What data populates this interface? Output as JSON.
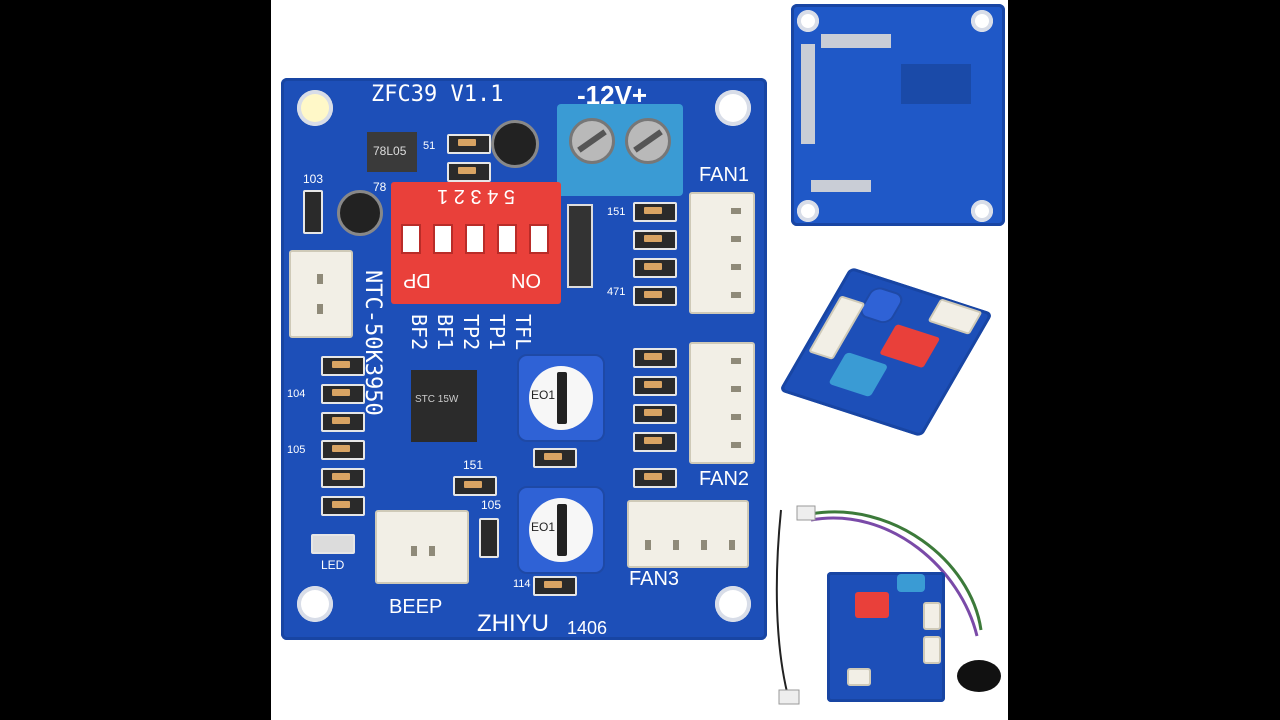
{
  "board": {
    "model": "ZFC39  V1.1",
    "power": "-12V+",
    "fan1": "FAN1",
    "fan2": "FAN2",
    "fan3": "FAN3",
    "beep": "BEEP",
    "maker": "ZHIYU",
    "code": "1406",
    "led": "LED",
    "ntc": "NTC-50K3950",
    "dip_dp": "DP",
    "dip_on": "ON",
    "dip_numbers": "5  4  3  2  1",
    "modes": [
      "TFL",
      "TP1",
      "TP2",
      "BF1",
      "BF2"
    ],
    "reg": "78L05",
    "reg2": "78",
    "chip": "STC 15W",
    "pot_label": "EO1",
    "codes": {
      "c103": "103",
      "c104": "104",
      "c105": "105",
      "c151": "151",
      "c471": "471",
      "c114": "114",
      "c51": "51"
    }
  }
}
